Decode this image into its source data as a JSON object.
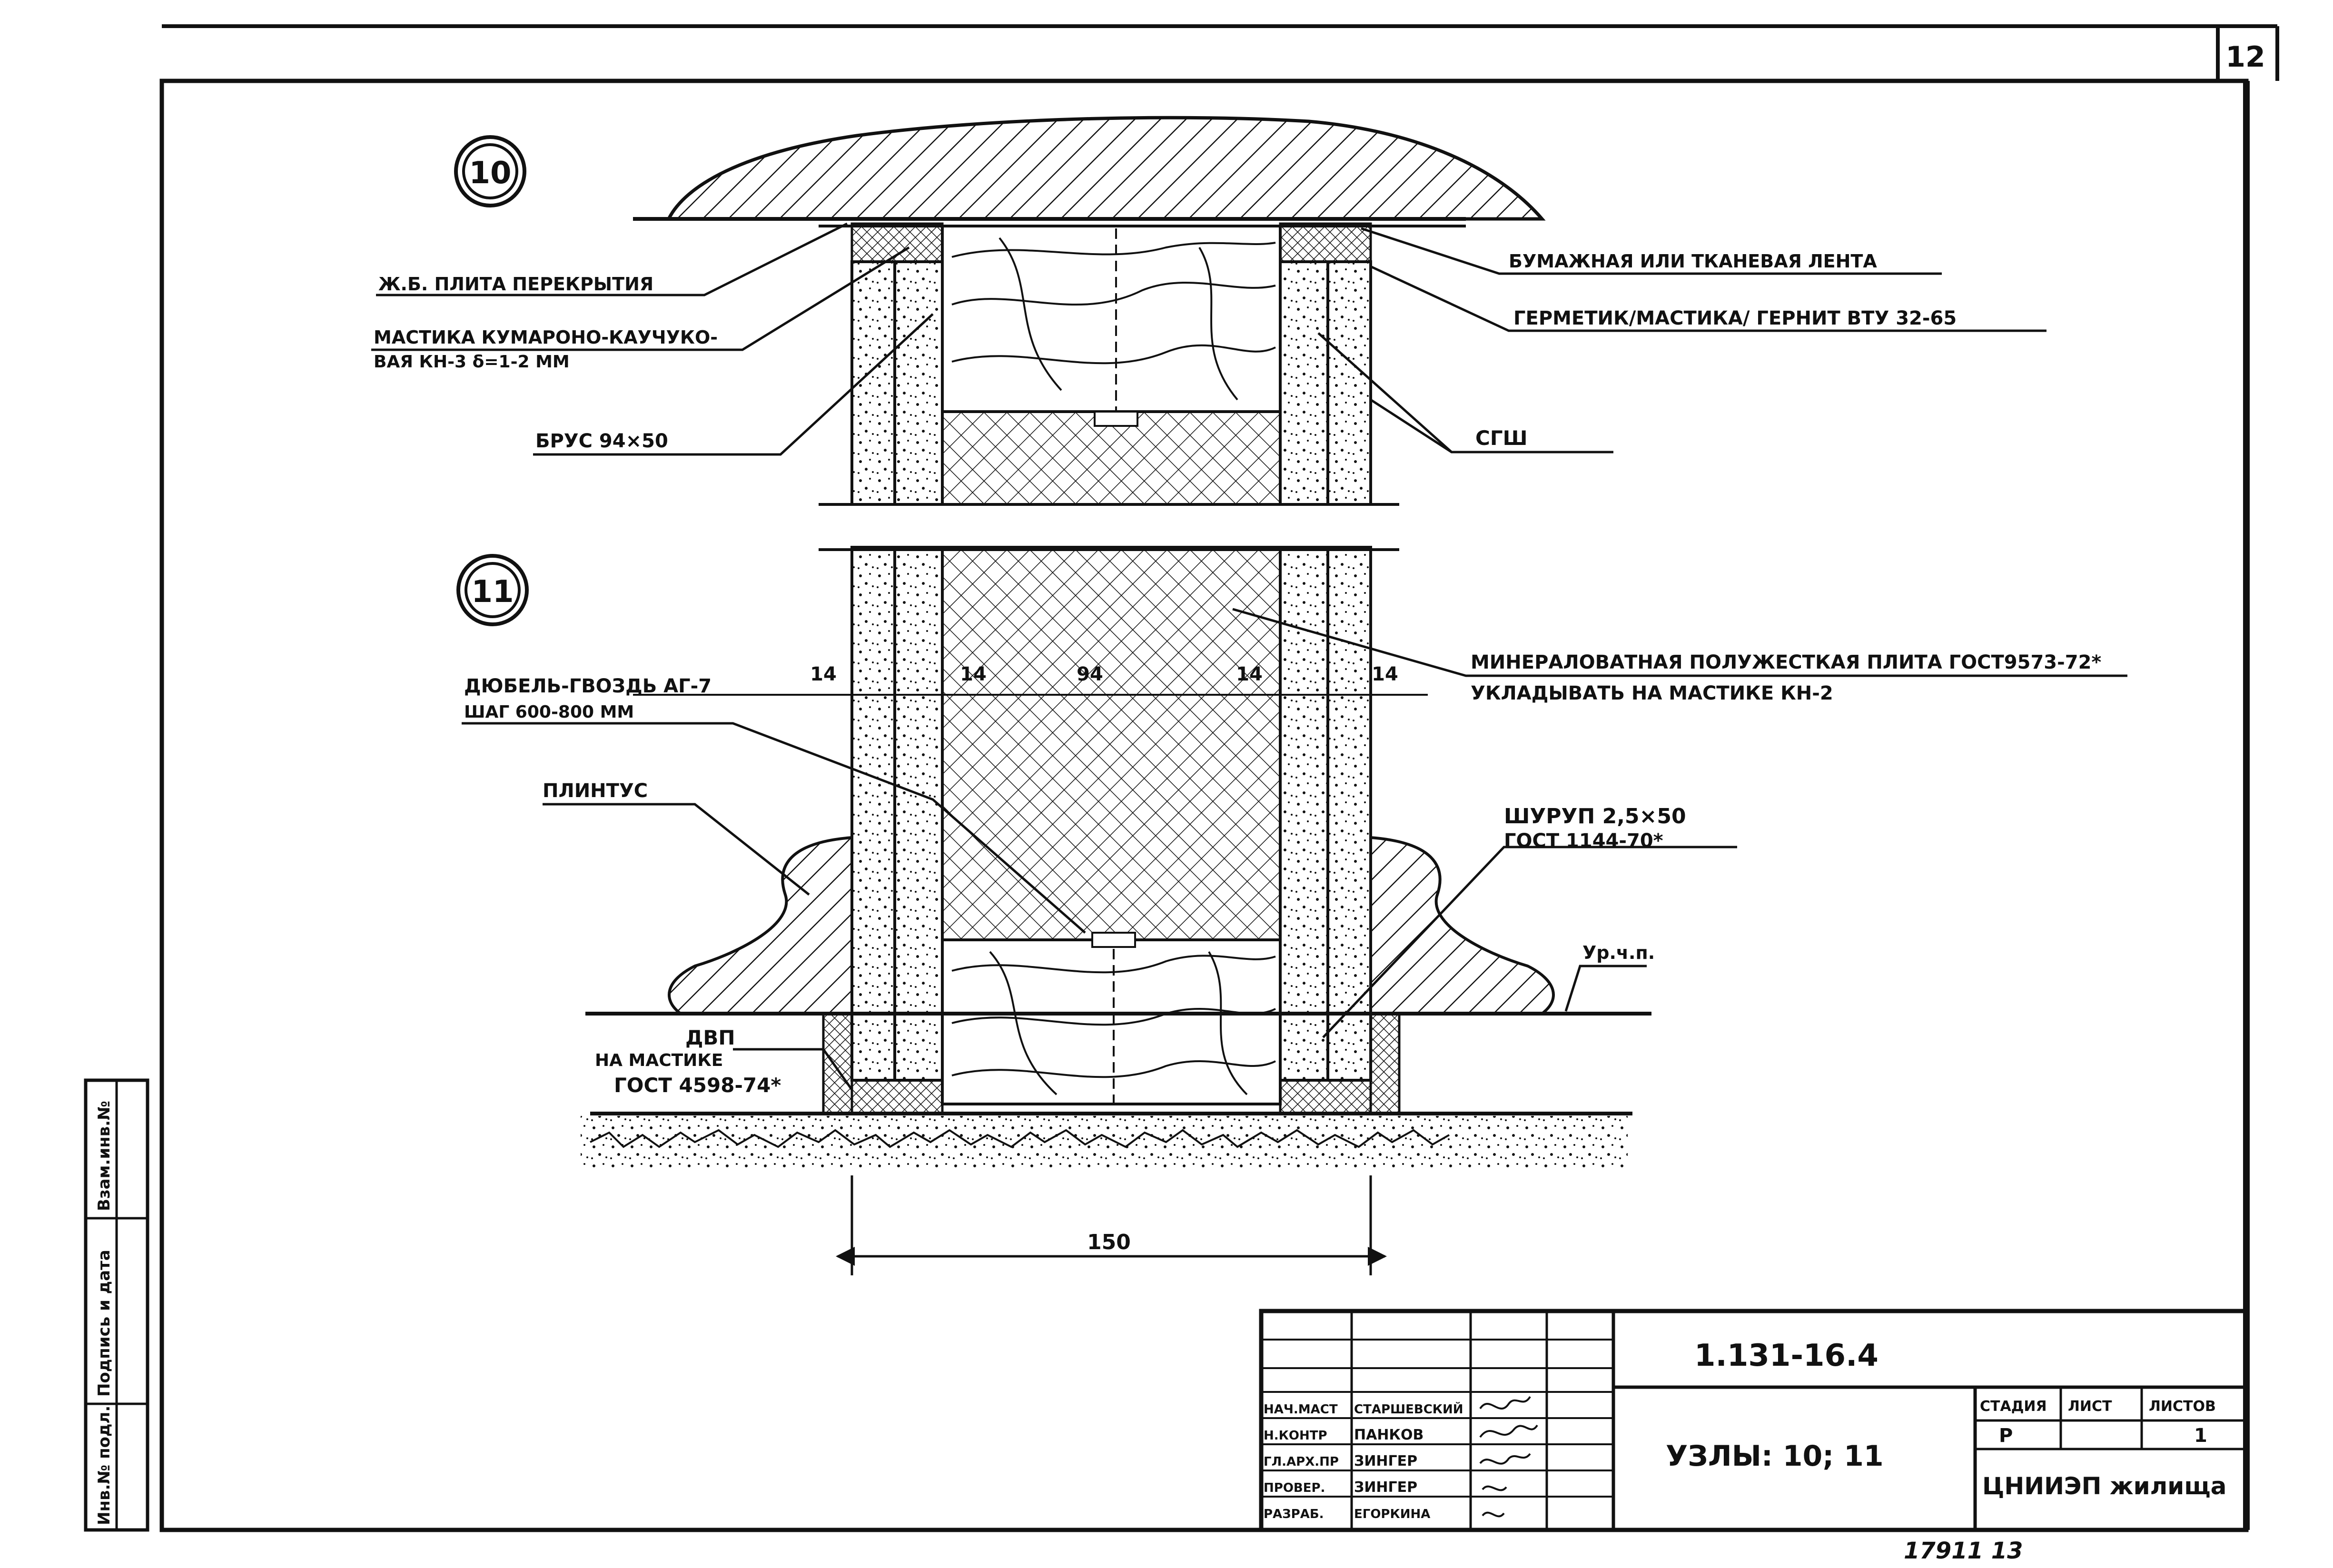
{
  "sheet": {
    "page_number": "12",
    "handwritten_number": "17911   13"
  },
  "markers": {
    "node_a": "10",
    "node_b": "11"
  },
  "labels": {
    "slab": "Ж.Б. ПЛИТА ПЕРЕКРЫТИЯ",
    "mastic_line1": "МАСТИКА КУМАРОНО-КАУЧУКО-",
    "mastic_line2": "ВАЯ КН-3 δ=1-2 ММ",
    "bar": "БРУС 94×50",
    "tape": "БУМАЖНАЯ ИЛИ ТКАНЕВАЯ ЛЕНТА",
    "sealant": "ГЕРМЕТИК/МАСТИКА/ ГЕРНИТ ВТУ 32-65",
    "gypsum": "СГШ",
    "mineral_line1": "МИНЕРАЛОВАТНАЯ ПОЛУЖЕСТКАЯ ПЛИТА ГОСТ9573-72*",
    "mineral_line2": "УКЛАДЫВАТЬ НА МАСТИКЕ КН-2",
    "dowel_line1": "ДЮБЕЛЬ-ГВОЗДЬ АГ-7",
    "dowel_line2": "ШАГ 600-800 ММ",
    "plinth": "ПЛИНТУС",
    "screw_line1": "ШУРУП 2,5×50",
    "screw_line2": "ГОСТ 1144-70*",
    "floor_level": "Ур.ч.п.",
    "dvp_line1": "ДВП",
    "dvp_line2": "НА МАСТИКЕ",
    "dvp_line3": "ГОСТ 4598-74*"
  },
  "dimensions": {
    "d14_left": "14",
    "d14_in_left": "14",
    "d94": "94",
    "d14_in_right": "14",
    "d14_right": "14",
    "overall": "150"
  },
  "side_stamp": {
    "inv_podl": "Инв.№ подл.",
    "signature_date": "Подпись и дата",
    "vzam_inv": "Взам.инв.№"
  },
  "title_block": {
    "doc_code": "1.131-16.4",
    "title": "УЗЛЫ: 10; 11",
    "org": "ЦНИИЭП жилища",
    "stage_header": "СТАДИЯ",
    "sheet_header": "ЛИСТ",
    "sheets_header": "ЛИСТОВ",
    "stage_value": "Р",
    "sheet_value": "",
    "sheets_value": "1",
    "rows": [
      {
        "role": "НАЧ.МАСТ",
        "name": "СТАРШЕВСКИЙ"
      },
      {
        "role": "Н.КОНТР",
        "name": "ПАНКОВ"
      },
      {
        "role": "ГЛ.АРХ.ПР",
        "name": "ЗИНГЕР"
      },
      {
        "role": "ПРОВЕР.",
        "name": "ЗИНГЕР"
      },
      {
        "role": "РАЗРАБ.",
        "name": "ЕГОРКИНА"
      }
    ]
  }
}
